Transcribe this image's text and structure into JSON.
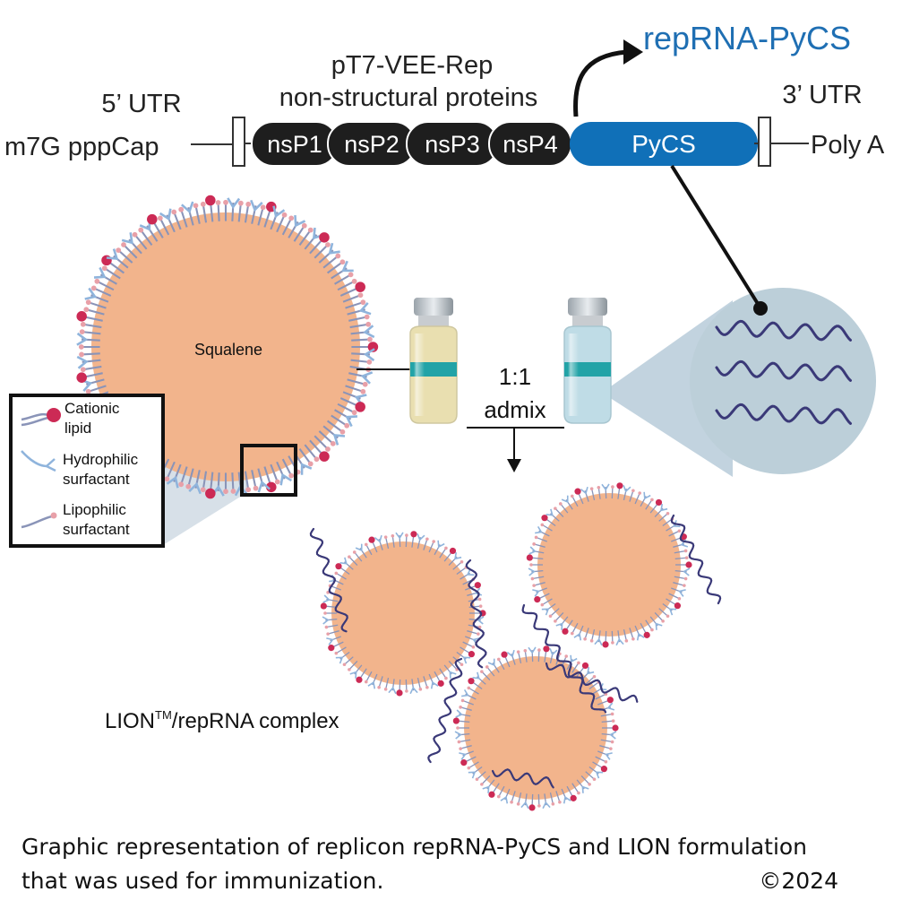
{
  "construct": {
    "title": "repRNA-PyCS",
    "rep_label_line1": "pT7-VEE-Rep",
    "rep_label_line2": "non-structural proteins",
    "utr5_label": "5’ UTR",
    "utr3_label": "3’ UTR",
    "cap_label": "m7G pppCap",
    "polya_label": "Poly A",
    "segments": [
      "nsP1",
      "nsP2",
      "nsP3",
      "nsP4"
    ],
    "gene_label": "PyCS"
  },
  "formulation": {
    "core_label": "Squalene",
    "admix_ratio": "1:1",
    "admix_label": "admix",
    "complex_label_main": "LION",
    "complex_label_tm": "TM",
    "complex_label_rest": "/repRNA complex"
  },
  "legend": {
    "items": [
      {
        "line1": "Cationic",
        "line2": "lipid"
      },
      {
        "line1": "Hydrophilic",
        "line2": "surfactant"
      },
      {
        "line1": "Lipophilic",
        "line2": "surfactant"
      }
    ]
  },
  "caption": {
    "line1": "Graphic representation of replicon repRNA-PyCS and LION formulation",
    "line2": "that was used for immunization.",
    "copyright": "©2024"
  },
  "colors": {
    "segment_fill": "#1e1e1e",
    "gene_fill": "#1070b8",
    "title_color": "#1f6fb3",
    "particle_fill": "#f2b48c",
    "cationic_lipid": "#cc2a55",
    "hydrophilic_surfactant": "#8fb4dc",
    "lipophilic_surfactant": "#8a94b8",
    "rna_strand": "#3a3978",
    "magnifier_fill": "#bccfd9",
    "yellow_vial": "#e9dfb0",
    "blue_vial": "#bfdce6",
    "vial_band": "#22a3a7"
  }
}
